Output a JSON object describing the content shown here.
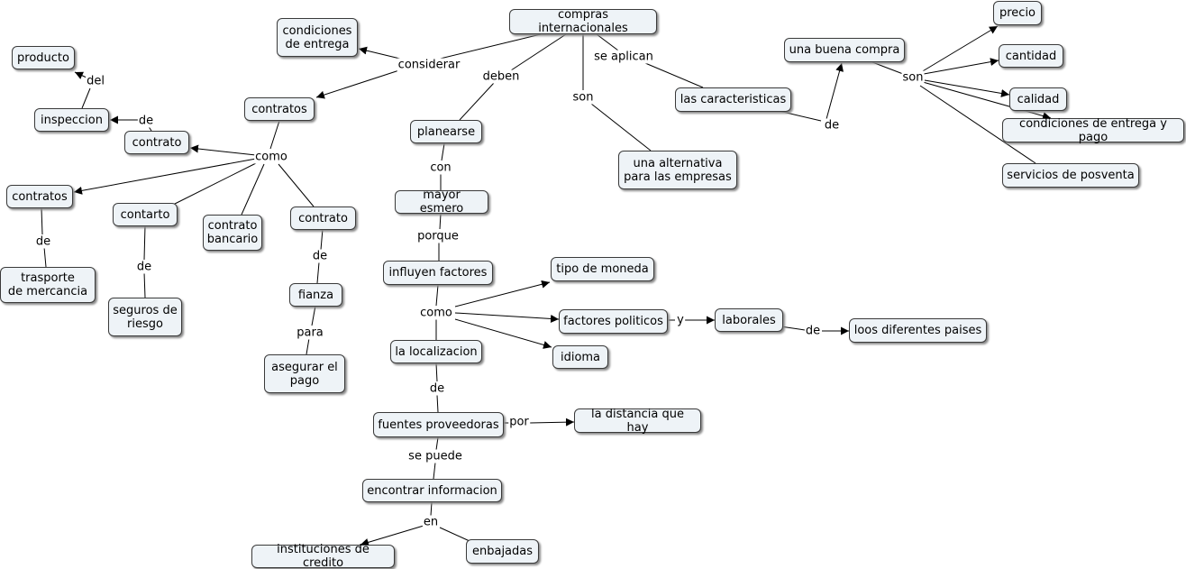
{
  "nodes": {
    "compras": "compras internacionales",
    "condiciones_entrega": "condiciones\nde entrega",
    "contratos_top": "contratos",
    "producto": "producto",
    "inspeccion": "inspeccion",
    "contrato_left": "contrato",
    "contratos_left": "contratos",
    "contarto": "contarto",
    "contrato_bancario": "contrato\nbancario",
    "contrato_mid": "contrato",
    "trasporte": "trasporte\nde mercancia",
    "seguros": "seguros de\nriesgo",
    "fianza": "fianza",
    "asegurar": "asegurar el\npago",
    "planearse": "planearse",
    "mayor_esmero": "mayor esmero",
    "influyen": "influyen factores",
    "localizacion": "la localizacion",
    "fuentes": "fuentes proveedoras",
    "encontrar": "encontrar informacion",
    "instituciones": "instituciones de credito",
    "enbajadas": "enbajadas",
    "tipo_moneda": "tipo de moneda",
    "factores_politicos": "factores politicos",
    "idioma": "idioma",
    "laborales": "laborales",
    "paises": "loos diferentes paises",
    "distancia": "la distancia que hay",
    "alternativa": "una alternativa\npara las empresas",
    "caracteristicas": "las caracteristicas",
    "buena_compra": "una buena compra",
    "precio": "precio",
    "cantidad": "cantidad",
    "calidad": "calidad",
    "condiciones_pago": "condiciones de entrega y pago",
    "posventa": "servicios de posventa"
  },
  "links": {
    "considerar": "considerar",
    "deben": "deben",
    "son_alt": "son",
    "se_aplican": "se aplican",
    "como_contratos": "como",
    "del": "del",
    "de_inspeccion": "de",
    "de_trasporte": "de",
    "de_seguros": "de",
    "de_fianza": "de",
    "para": "para",
    "con": "con",
    "porque": "porque",
    "como_factores": "como",
    "y": "y",
    "de_paises": "de",
    "de_localizacion": "de",
    "por": "por",
    "se_puede": "se puede",
    "en": "en",
    "de_caracteristicas": "de",
    "son_compra": "son"
  }
}
